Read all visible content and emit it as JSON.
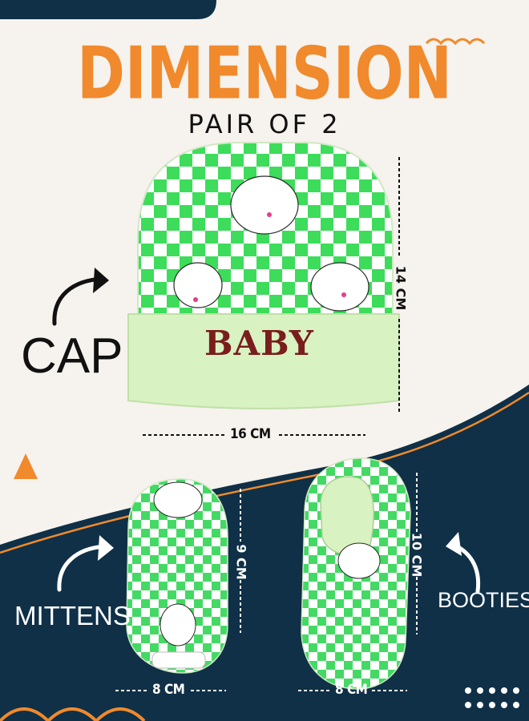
{
  "heading": {
    "title": "DIMENSION",
    "subtitle": "PAIR OF 2"
  },
  "items": {
    "cap": {
      "label": "CAP",
      "width": "16 CM",
      "height": "14 CM",
      "print": "BABY"
    },
    "mittens": {
      "label": "MITTENS",
      "width": "8 CM",
      "height": "9 CM"
    },
    "booties": {
      "label": "BOOTIES",
      "width": "8 CM",
      "height": "10 CM"
    }
  },
  "colors": {
    "navy": "#0f3047",
    "orange": "#f08a2c",
    "cream": "#f6f2ee",
    "mint": "#d8f2c2",
    "green": "#3ddc5a"
  },
  "icons": [
    "curved-arrow-icon",
    "triangle-icon",
    "wave-icon",
    "dots-icon"
  ]
}
